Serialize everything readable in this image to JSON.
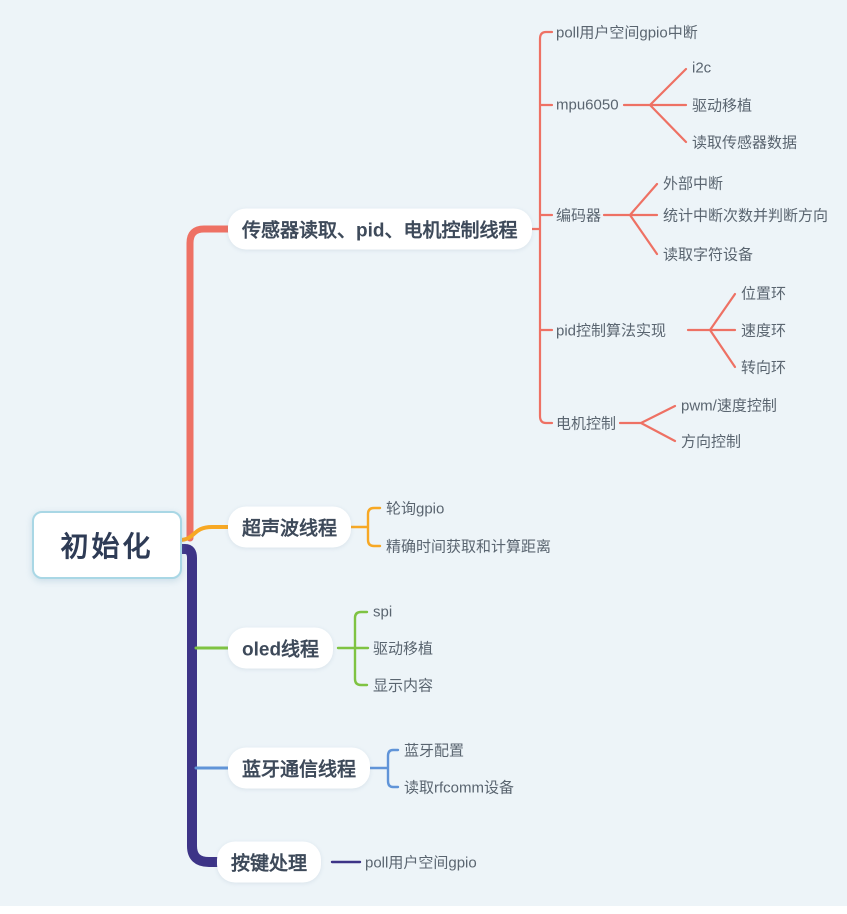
{
  "canvas": {
    "background": "#edf4f8"
  },
  "root": {
    "label": "初始化",
    "border_color": "#a9d7e5",
    "text_color": "#2e3b55"
  },
  "colors": {
    "branch1": "#ee7164",
    "branch2": "#f7a824",
    "branch3": "#7fc342",
    "branch4": "#6094d8",
    "branch5": "#3d3487",
    "title_text": "#3e4a5a",
    "child_text": "#5a6570"
  },
  "branches": [
    {
      "label": "传感器读取、pid、电机控制线程",
      "children": [
        {
          "label": "poll用户空间gpio中断",
          "children": []
        },
        {
          "label": "mpu6050",
          "children": [
            {
              "label": "i2c"
            },
            {
              "label": "驱动移植"
            },
            {
              "label": "读取传感器数据"
            }
          ]
        },
        {
          "label": "编码器",
          "children": [
            {
              "label": "外部中断"
            },
            {
              "label": "统计中断次数并判断方向"
            },
            {
              "label": "读取字符设备"
            }
          ]
        },
        {
          "label": "pid控制算法实现",
          "children": [
            {
              "label": "位置环"
            },
            {
              "label": "速度环"
            },
            {
              "label": "转向环"
            }
          ]
        },
        {
          "label": "电机控制",
          "children": [
            {
              "label": "pwm/速度控制"
            },
            {
              "label": "方向控制"
            }
          ]
        }
      ]
    },
    {
      "label": "超声波线程",
      "children": [
        {
          "label": "轮询gpio"
        },
        {
          "label": "精确时间获取和计算距离"
        }
      ]
    },
    {
      "label": "oled线程",
      "children": [
        {
          "label": "spi"
        },
        {
          "label": "驱动移植"
        },
        {
          "label": "显示内容"
        }
      ]
    },
    {
      "label": "蓝牙通信线程",
      "children": [
        {
          "label": "蓝牙配置"
        },
        {
          "label": "读取rfcomm设备"
        }
      ]
    },
    {
      "label": "按键处理",
      "children": [
        {
          "label": "poll用户空间gpio"
        }
      ]
    }
  ]
}
